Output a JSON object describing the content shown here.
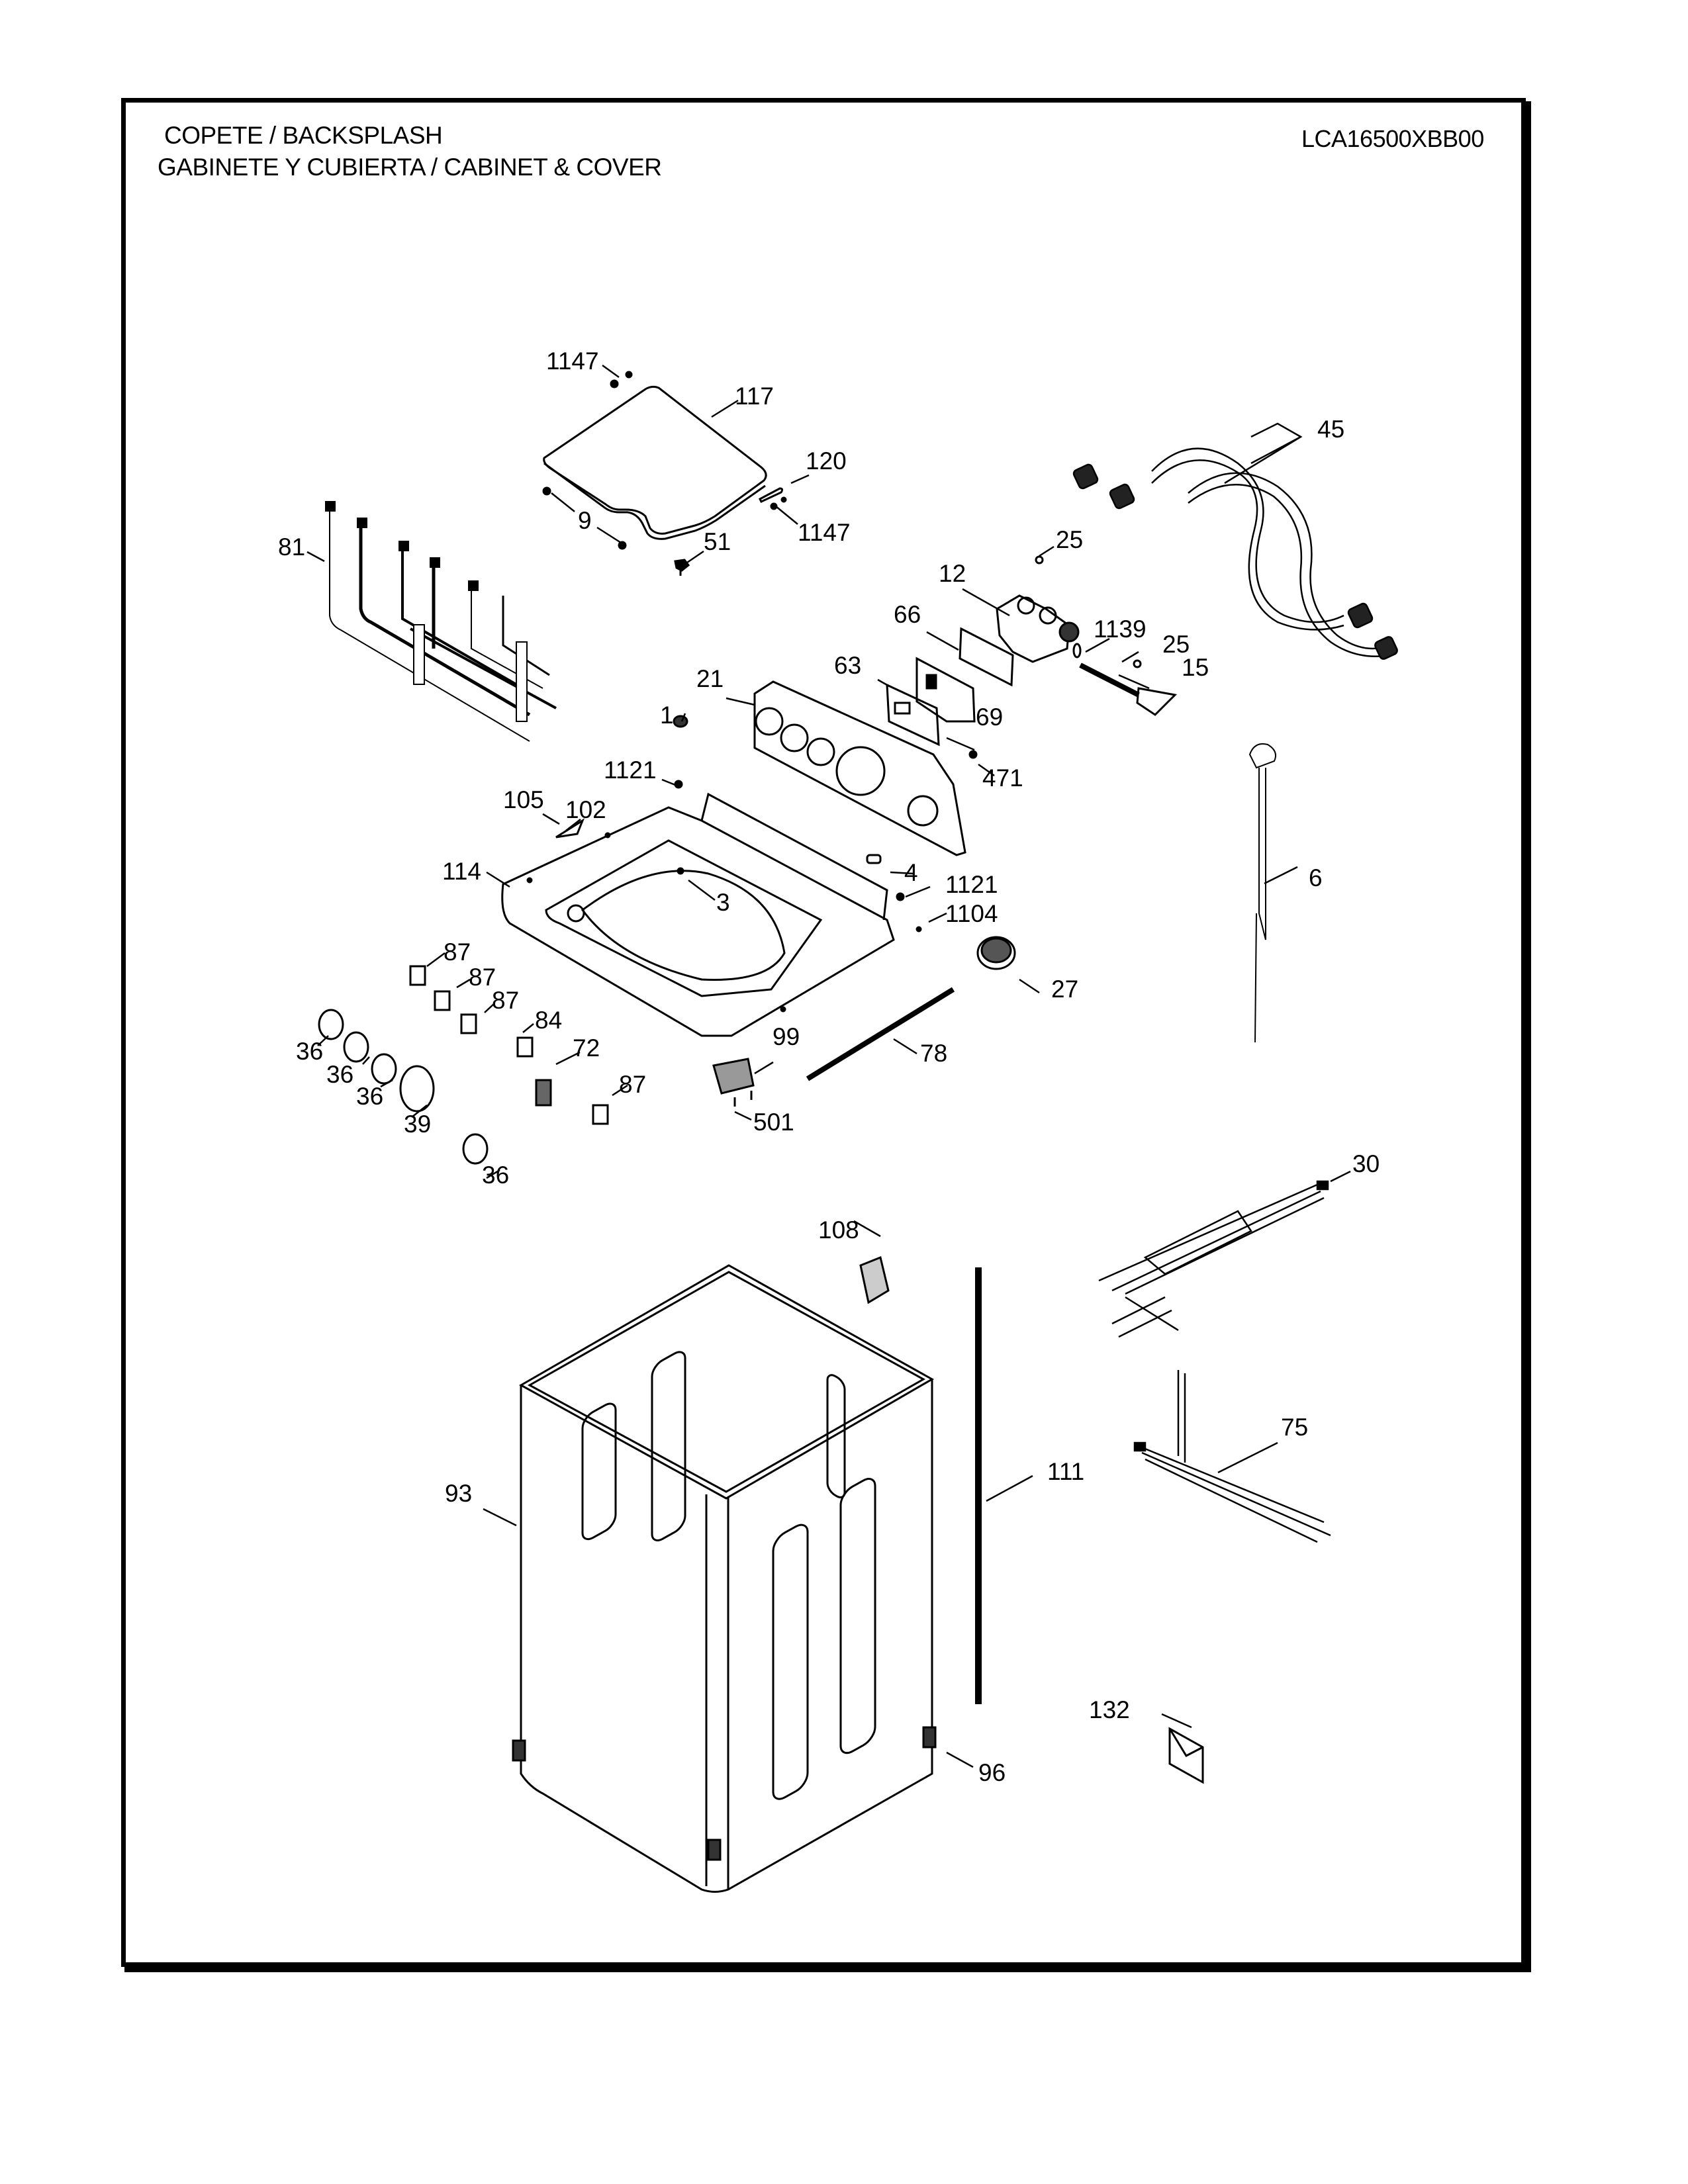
{
  "header": {
    "title_line1": "COPETE / BACKSPLASH",
    "title_line2": "GABINETE Y CUBIERTA / CABINET & COVER",
    "model_number": "LCA16500XBB00"
  },
  "callouts": [
    {
      "id": "c1147a",
      "label": "1147",
      "part": "screw"
    },
    {
      "id": "c117",
      "label": "117",
      "part": "lid"
    },
    {
      "id": "c120",
      "label": "120",
      "part": "lid-hinge-spring"
    },
    {
      "id": "c9",
      "label": "9",
      "part": "lid-bumper"
    },
    {
      "id": "c1147b",
      "label": "1147",
      "part": "screw"
    },
    {
      "id": "c51",
      "label": "51",
      "part": "lid-hinge-pin"
    },
    {
      "id": "c45",
      "label": "45",
      "part": "inlet-hoses"
    },
    {
      "id": "c81",
      "label": "81",
      "part": "wire-harness"
    },
    {
      "id": "c25a",
      "label": "25",
      "part": "screw"
    },
    {
      "id": "c12",
      "label": "12",
      "part": "water-inlet-valve"
    },
    {
      "id": "c66",
      "label": "66",
      "part": "bracket"
    },
    {
      "id": "c1139",
      "label": "1139",
      "part": "clamp"
    },
    {
      "id": "c25b",
      "label": "25",
      "part": "screw"
    },
    {
      "id": "c63",
      "label": "63",
      "part": "control-board-cover"
    },
    {
      "id": "c15",
      "label": "15",
      "part": "fill-nozzle"
    },
    {
      "id": "c21",
      "label": "21",
      "part": "control-panel"
    },
    {
      "id": "c69",
      "label": "69",
      "part": "control-board"
    },
    {
      "id": "c1",
      "label": "1",
      "part": "clip"
    },
    {
      "id": "c1121a",
      "label": "1121",
      "part": "screw"
    },
    {
      "id": "c471",
      "label": "471",
      "part": "screw"
    },
    {
      "id": "c105",
      "label": "105",
      "part": "lid-switch-actuator"
    },
    {
      "id": "c102",
      "label": "102",
      "part": "screw"
    },
    {
      "id": "c6",
      "label": "6",
      "part": "pressure-sensor-tube"
    },
    {
      "id": "c114",
      "label": "114",
      "part": "top-cover"
    },
    {
      "id": "c4",
      "label": "4",
      "part": "plug"
    },
    {
      "id": "c1121b",
      "label": "1121",
      "part": "screw"
    },
    {
      "id": "c3",
      "label": "3",
      "part": "screw"
    },
    {
      "id": "c1104",
      "label": "1104",
      "part": "screw"
    },
    {
      "id": "c87a",
      "label": "87",
      "part": "switch"
    },
    {
      "id": "c87b",
      "label": "87",
      "part": "switch"
    },
    {
      "id": "c87c",
      "label": "87",
      "part": "switch"
    },
    {
      "id": "c27",
      "label": "27",
      "part": "pressure-switch"
    },
    {
      "id": "c84",
      "label": "84",
      "part": "switch"
    },
    {
      "id": "c36a",
      "label": "36",
      "part": "knob"
    },
    {
      "id": "c72",
      "label": "72",
      "part": "lid-switch"
    },
    {
      "id": "c99",
      "label": "99",
      "part": "lid-lock"
    },
    {
      "id": "c36b",
      "label": "36",
      "part": "knob"
    },
    {
      "id": "c78",
      "label": "78",
      "part": "wire-harness"
    },
    {
      "id": "c87d",
      "label": "87",
      "part": "switch"
    },
    {
      "id": "c36c",
      "label": "36",
      "part": "knob"
    },
    {
      "id": "c39",
      "label": "39",
      "part": "main-knob"
    },
    {
      "id": "c501",
      "label": "501",
      "part": "screw"
    },
    {
      "id": "c36d",
      "label": "36",
      "part": "knob"
    },
    {
      "id": "c30",
      "label": "30",
      "part": "wire-harness"
    },
    {
      "id": "c108",
      "label": "108",
      "part": "cord-clamp"
    },
    {
      "id": "c75",
      "label": "75",
      "part": "wire-harness"
    },
    {
      "id": "c93",
      "label": "93",
      "part": "cabinet"
    },
    {
      "id": "c111",
      "label": "111",
      "part": "strip"
    },
    {
      "id": "c132",
      "label": "132",
      "part": "literature-envelope"
    },
    {
      "id": "c96",
      "label": "96",
      "part": "leveling-leg"
    }
  ]
}
